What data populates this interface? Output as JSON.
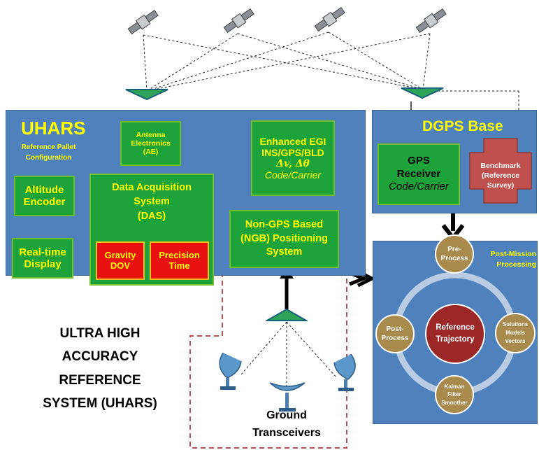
{
  "uhars_panel": {
    "title": "UHARS",
    "subtitle_line1": "Reference Pallet",
    "subtitle_line2": "Configuration"
  },
  "antenna_electronics": {
    "line1": "Antenna",
    "line2": "Electronics",
    "line3": "(AE)"
  },
  "enhanced_egi": {
    "line1": "Enhanced EGI",
    "line2": "INS/GPS/BLD",
    "line3": "Δv, Δθ",
    "line4": "Code/Carrier"
  },
  "altitude_encoder": {
    "line1": "Altitude",
    "line2": "Encoder"
  },
  "das": {
    "line1": "Data Acquisition",
    "line2": "System",
    "line3": "(DAS)"
  },
  "gravity_dov": {
    "line1": "Gravity",
    "line2": "DOV"
  },
  "precision_time": {
    "line1": "Precision",
    "line2": "Time"
  },
  "realtime_display": {
    "line1": "Real-time",
    "line2": "Display"
  },
  "ngb": {
    "line1": "Non-GPS Based",
    "line2": "(NGB) Positioning",
    "line3": "System"
  },
  "dgps_panel": {
    "title": "DGPS Base"
  },
  "gps_receiver": {
    "line1": "GPS",
    "line2": "Receiver",
    "line3": "Code/Carrier"
  },
  "benchmark": {
    "line1": "Benchmark",
    "line2": "(Reference",
    "line3": "Survey)"
  },
  "post_mission": {
    "title_line1": "Post-Mission",
    "title_line2": "Processing",
    "pre_process": {
      "line1": "Pre-",
      "line2": "Process"
    },
    "post_process": {
      "line1": "Post-",
      "line2": "Process"
    },
    "solutions": {
      "line1": "Solutions",
      "line2": "Models",
      "line3": "Vectors"
    },
    "kalman": {
      "line1": "Kalman",
      "line2": "Filter",
      "line3": "Smoother"
    },
    "reference_trajectory": {
      "line1": "Reference",
      "line2": "Trajectory"
    }
  },
  "system_title": {
    "line1": "ULTRA HIGH",
    "line2": "ACCURACY",
    "line3": "REFERENCE",
    "line4": "SYSTEM (UHARS)"
  },
  "ground_transceivers": {
    "line1": "Ground",
    "line2": "Transceivers"
  },
  "colors": {
    "panel_blue": "#4f81bd",
    "box_green": "#1ea33a",
    "box_red": "#e8110f",
    "text_yellow": "#ffff00",
    "dashed_red": "#c0504d",
    "circle_tan": "#a78a4c",
    "circle_maroon": "#9b2727"
  },
  "icons": [
    "satellite-icon",
    "antenna-icon",
    "dish-icon",
    "arrow-icon"
  ]
}
